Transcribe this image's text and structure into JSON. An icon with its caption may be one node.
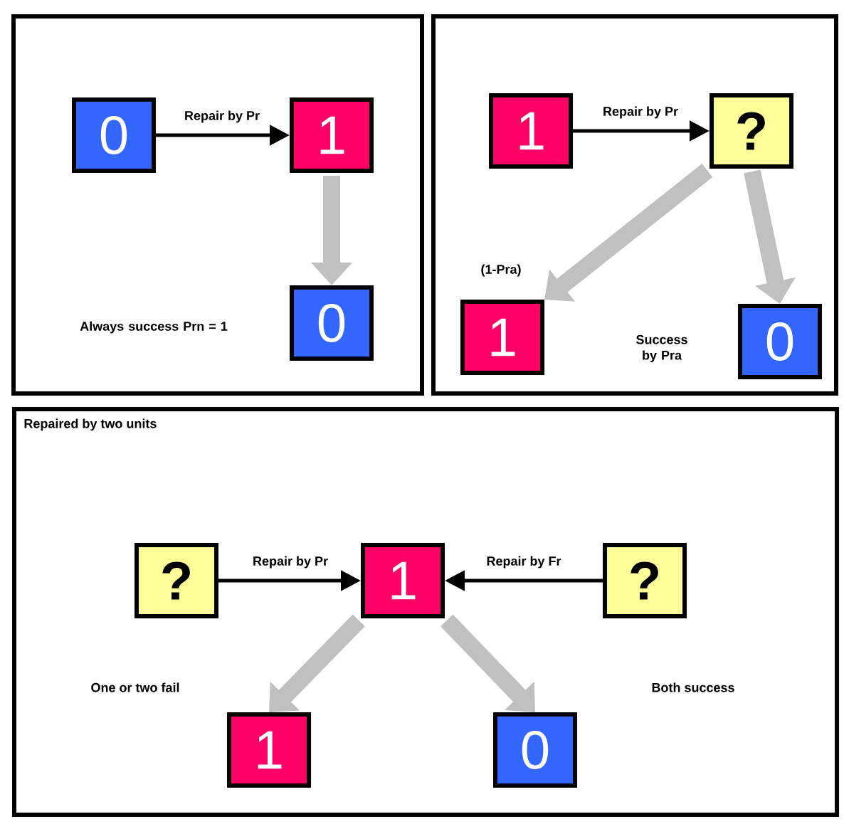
{
  "diagram": {
    "nodes": [
      {
        "text": [],
        "shape": "box"
      },
      {
        "text": [
          "0"
        ],
        "in": 0
      },
      {
        "text": [
          "1"
        ],
        "in": 0
      },
      {
        "text": [
          "0"
        ],
        "in": 0
      },
      {
        "text": [],
        "shape": "box"
      },
      {
        "text": [
          "1"
        ],
        "in": 4
      },
      {
        "text": [
          "?"
        ],
        "in": 4
      },
      {
        "text": [
          "1"
        ],
        "beside": [
          "(1-Pra)"
        ],
        "in": 4
      },
      {
        "text": [
          "0"
        ],
        "in": 4
      },
      {
        "text": [
          "Repaired by two units"
        ]
      },
      {
        "text": [
          "?"
        ],
        "in": 9
      },
      {
        "text": [
          "1"
        ],
        "in": 9
      },
      {
        "text": [
          "?"
        ],
        "in": 9
      },
      {
        "text": [
          "1"
        ],
        "in": 9
      },
      {
        "text": [
          "0"
        ],
        "in": 9
      }
    ],
    "edges": [
      {
        "from": 1,
        "to": 2,
        "arrow": "to",
        "label": "Repair by Pr",
        "color": "#000000"
      },
      {
        "from": 2,
        "to": 3,
        "arrow": "to"
      },
      {
        "from": 5,
        "to": 6,
        "arrow": "to",
        "label": "Repair by Pr",
        "color": "#000000"
      },
      {
        "from": 6,
        "to": 7,
        "arrow": "to"
      },
      {
        "from": 6,
        "to": 8,
        "arrow": "to"
      },
      {
        "from": 10,
        "to": 11,
        "arrow": "to",
        "label": "Repair by Pr",
        "color": "#000000"
      },
      {
        "from": 12,
        "to": 11,
        "arrow": "to",
        "label": "Repair by Fr",
        "color": "#000000"
      },
      {
        "from": 11,
        "to": 13,
        "arrow": "to"
      },
      {
        "from": 11,
        "to": 14,
        "arrow": "to"
      }
    ],
    "labels": [
      "Always success Prn = 1",
      "Success by Pra",
      "One or two fail",
      "Both success"
    ]
  }
}
